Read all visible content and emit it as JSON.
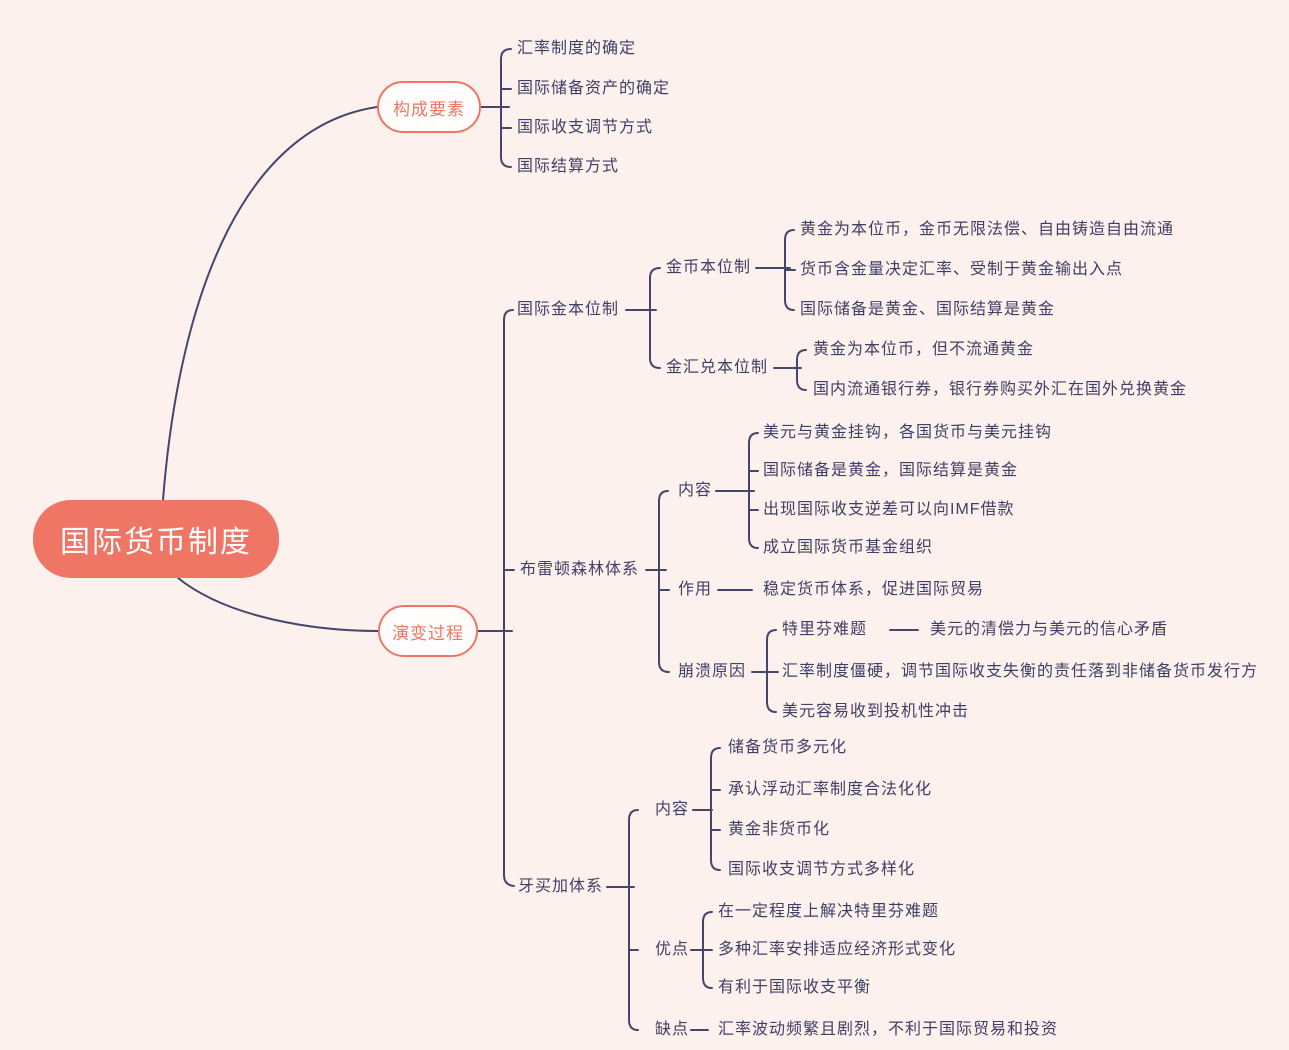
{
  "colors": {
    "background": "#fcf1ed",
    "accent_coral": "#ef7565",
    "line": "#46466d",
    "leaf_text": "#3f3f66",
    "root_text": "#ffffff"
  },
  "root": {
    "label": "国际货币制度"
  },
  "components": {
    "label": "构成要素",
    "items": [
      "汇率制度的确定",
      "国际储备资产的确定",
      "国际收支调节方式",
      "国际结算方式"
    ]
  },
  "evolution": {
    "label": "演变过程",
    "gold_standard": {
      "label": "国际金本位制",
      "coin": {
        "label": "金币本位制",
        "items": [
          "黄金为本位币，金币无限法偿、自由铸造自由流通",
          "货币含金量决定汇率、受制于黄金输出入点",
          "国际储备是黄金、国际结算是黄金"
        ]
      },
      "exchange": {
        "label": "金汇兑本位制",
        "items": [
          "黄金为本位币，但不流通黄金",
          "国内流通银行券，银行券购买外汇在国外兑换黄金"
        ]
      }
    },
    "bretton_woods": {
      "label": "布雷顿森林体系",
      "content": {
        "label": "内容",
        "items": [
          "美元与黄金挂钩，各国货币与美元挂钩",
          "国际储备是黄金，国际结算是黄金",
          "出现国际收支逆差可以向IMF借款",
          "成立国际货币基金组织"
        ]
      },
      "role": {
        "label": "作用",
        "item": "稳定货币体系，促进国际贸易"
      },
      "collapse": {
        "label": "崩溃原因",
        "triffin_label": "特里芬难题",
        "triffin_detail": "美元的清偿力与美元的信心矛盾",
        "items": [
          "汇率制度僵硬，调节国际收支失衡的责任落到非储备货币发行方",
          "美元容易收到投机性冲击"
        ]
      }
    },
    "jamaica": {
      "label": "牙买加体系",
      "content": {
        "label": "内容",
        "items": [
          "储备货币多元化",
          "承认浮动汇率制度合法化化",
          "黄金非货币化",
          "国际收支调节方式多样化"
        ]
      },
      "pros": {
        "label": "优点",
        "items": [
          "在一定程度上解决特里芬难题",
          "多种汇率安排适应经济形式变化",
          "有利于国际收支平衡"
        ]
      },
      "cons": {
        "label": "缺点",
        "item": "汇率波动频繁且剧烈，不利于国际贸易和投资"
      }
    }
  }
}
